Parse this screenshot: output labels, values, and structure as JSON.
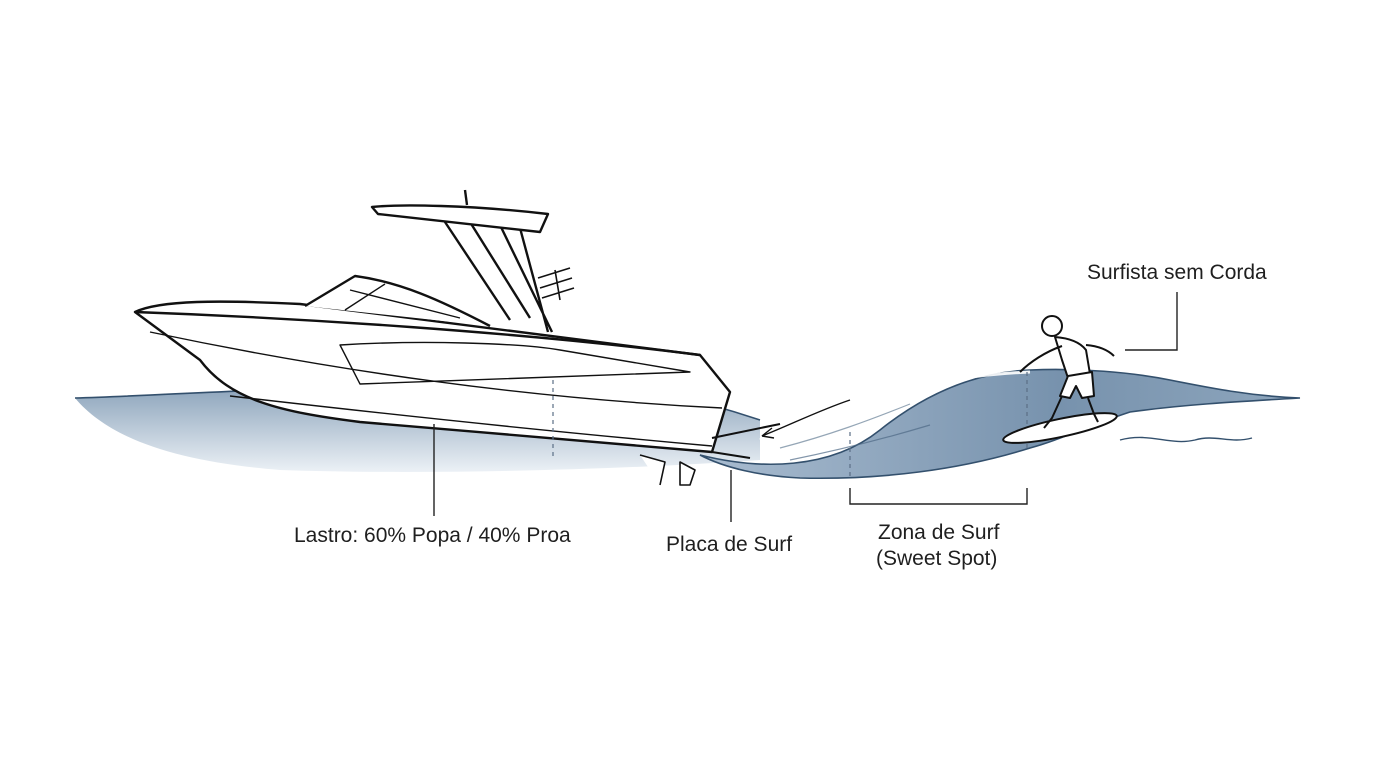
{
  "labels": {
    "ballast": "Lastro: 60% Popa / 40% Proa",
    "surf_plate": "Placa de Surf",
    "surf_zone_line1": "Zona de Surf",
    "surf_zone_line2": "(Sweet Spot)",
    "rider": "Surfista sem Corda"
  },
  "colors": {
    "outline": "#111111",
    "water_dark": "#5f7f9f",
    "water_light": "#b9cad9",
    "wave_fill": "#7f9ab3",
    "leader": "#222222",
    "dashed_guide": "#5b6f86"
  }
}
